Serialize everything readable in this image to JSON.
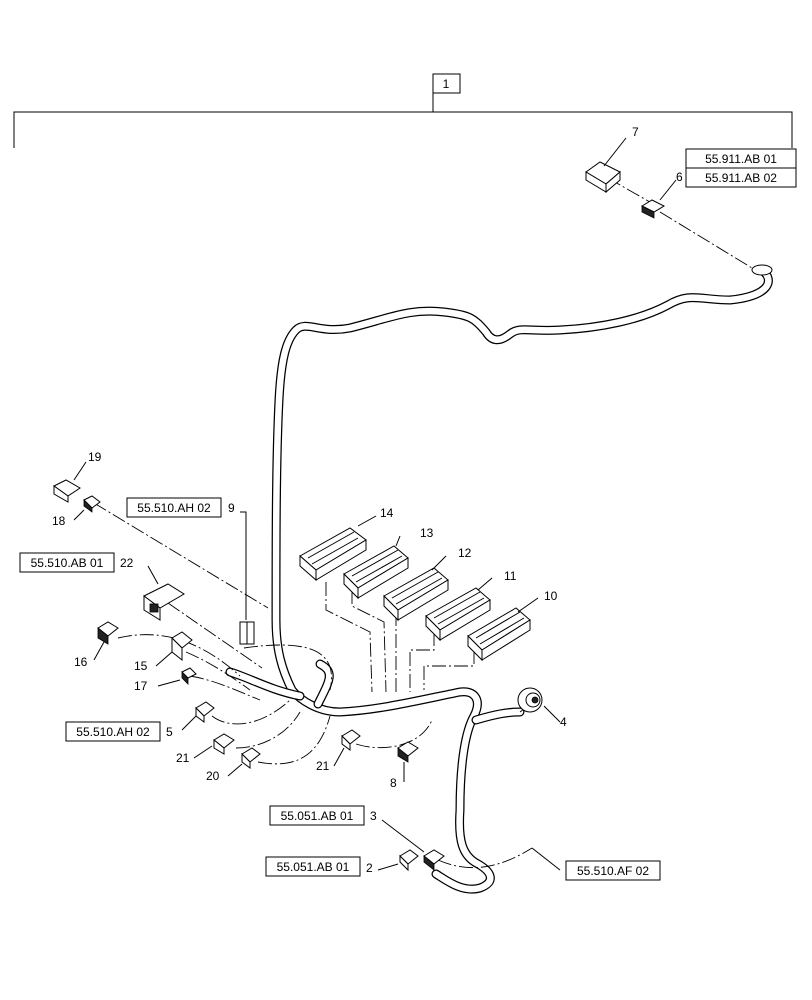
{
  "assembly_item": "1",
  "references": {
    "r55911ab01": "55.911.AB 01",
    "r55911ab02": "55.911.AB 02",
    "r55510ah02_top": "55.510.AH 02",
    "r55510ab01": "55.510.AB 01",
    "r55510ah02_bottom": "55.510.AH 02",
    "r55051ab01_a": "55.051.AB 01",
    "r55051ab01_b": "55.051.AB 01",
    "r55510af02": "55.510.AF 02"
  },
  "callouts": {
    "c2": "2",
    "c3": "3",
    "c4": "4",
    "c5": "5",
    "c6": "6",
    "c7": "7",
    "c8": "8",
    "c9": "9",
    "c10": "10",
    "c11": "11",
    "c12": "12",
    "c13": "13",
    "c14": "14",
    "c15": "15",
    "c16": "16",
    "c17": "17",
    "c18": "18",
    "c19": "19",
    "c20": "20",
    "c21a": "21",
    "c21b": "21",
    "c22": "22"
  }
}
